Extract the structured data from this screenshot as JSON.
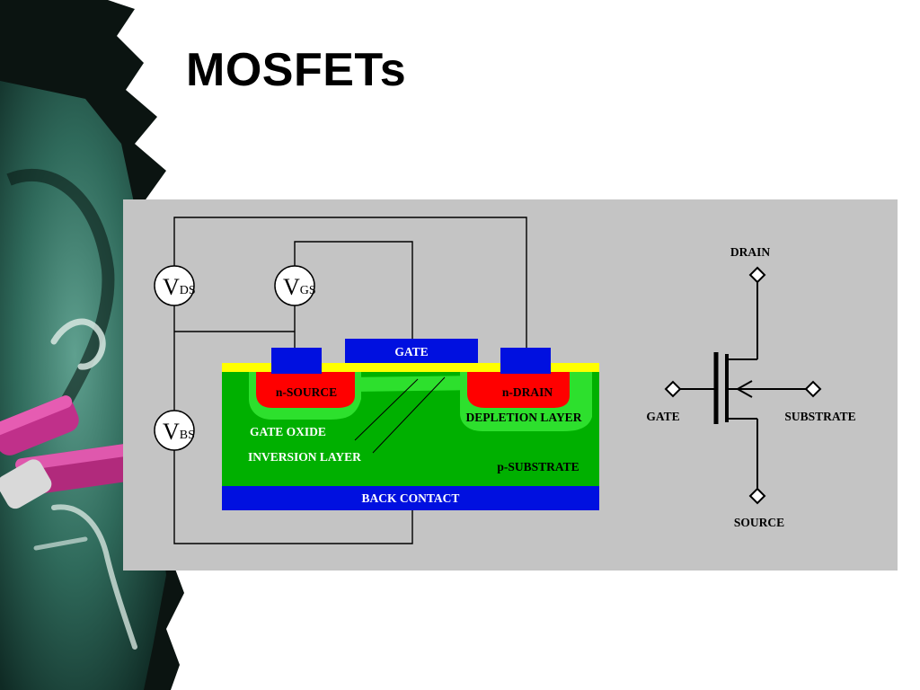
{
  "slide": {
    "title": "MOSFETs"
  },
  "colors": {
    "panel": "#c4c4c4",
    "oxide": "#ffff00",
    "substrate": "#00b000",
    "depletion": "#2de02d",
    "n_region": "#ff0000",
    "metal_contact": "#0010e0",
    "wire": "#000000"
  },
  "cross_section": {
    "meters": [
      {
        "main": "V",
        "sub": "DS"
      },
      {
        "main": "V",
        "sub": "GS"
      },
      {
        "main": "V",
        "sub": "BS"
      }
    ],
    "labels": {
      "gate": "GATE",
      "n_source": "n-SOURCE",
      "n_drain": "n-DRAIN",
      "depletion_layer": "DEPLETION LAYER",
      "gate_oxide": "GATE OXIDE",
      "inversion_layer": "INVERSION LAYER",
      "p_substrate": "p-SUBSTRATE",
      "back_contact": "BACK CONTACT"
    }
  },
  "symbol": {
    "terminals": {
      "drain": "DRAIN",
      "gate": "GATE",
      "substrate": "SUBSTRATE",
      "source": "SOURCE"
    }
  }
}
